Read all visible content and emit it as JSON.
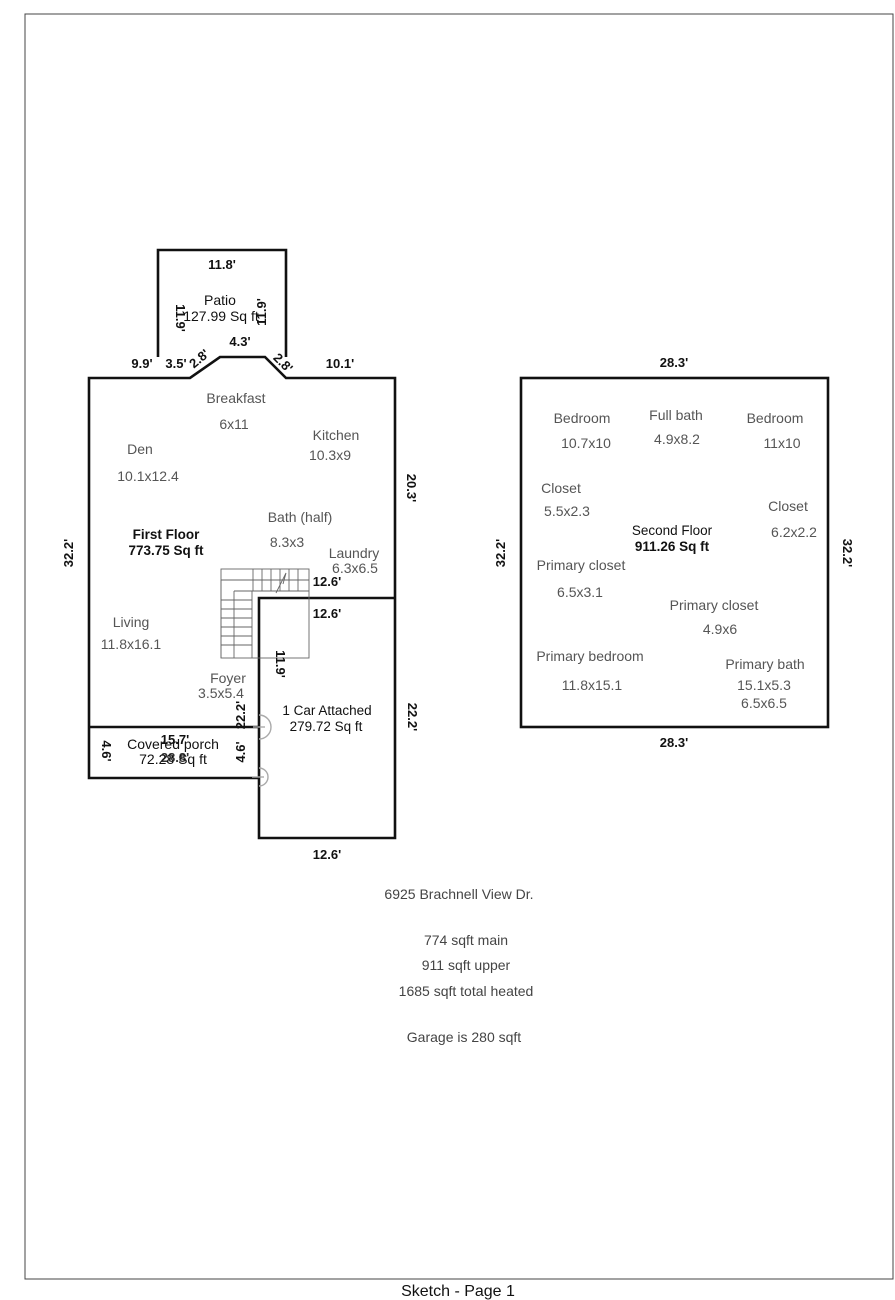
{
  "first_floor": {
    "patio": {
      "name": "Patio",
      "area": "127.99 Sq ft",
      "dim_top": "11.8'",
      "dim_left": "11.9'",
      "dim_right": "11.9'",
      "dim_bottom": "4.3'"
    },
    "seg_9_9": "9.9'",
    "seg_3_5": "3.5'",
    "seg_2_8_left": "2.8'",
    "seg_2_8_right": "2.8'",
    "seg_10_1": "10.1'",
    "dim_20_3": "20.3'",
    "dim_32_2": "32.2'",
    "dim_12_6_inner": "12.6'",
    "dim_12_6_garage_top": "12.6'",
    "dim_12_6_bottom": "12.6'",
    "dim_11_9": "11.9'",
    "dim_22_2_inner": "22.2'",
    "dim_22_2_right": "22.2'",
    "dim_4_6_left": "4.6'",
    "dim_4_6_right": "4.6'",
    "title": "First Floor",
    "area": "773.75 Sq ft",
    "rooms": {
      "breakfast": {
        "name": "Breakfast",
        "size": "6x11"
      },
      "den": {
        "name": "Den",
        "size": "10.1x12.4"
      },
      "kitchen": {
        "name": "Kitchen",
        "size": "10.3x9"
      },
      "bath_half": {
        "name": "Bath (half)",
        "size": "8.3x3"
      },
      "laundry": {
        "name": "Laundry",
        "size": "6.3x6.5"
      },
      "living": {
        "name": "Living",
        "size": "11.8x16.1"
      },
      "foyer": {
        "name": "Foyer",
        "size": "3.5x5.4"
      }
    },
    "garage": {
      "name": "1 Car Attached",
      "area": "279.72 Sq ft"
    },
    "porch": {
      "name": "Covered porch",
      "area": "72.28 Sq ft",
      "dim_top": "15.7'",
      "dim_overlap": "28.8'"
    }
  },
  "second_floor": {
    "title": "Second Floor",
    "area": "911.26 Sq ft",
    "dim_top": "28.3'",
    "dim_bottom": "28.3'",
    "dim_left": "32.2'",
    "dim_right": "32.2'",
    "rooms": {
      "bedroom_1": {
        "name": "Bedroom",
        "size": "10.7x10"
      },
      "full_bath": {
        "name": "Full bath",
        "size": "4.9x8.2"
      },
      "bedroom_2": {
        "name": "Bedroom",
        "size": "11x10"
      },
      "closet_1": {
        "name": "Closet",
        "size": "5.5x2.3"
      },
      "closet_2": {
        "name": "Closet",
        "size": "6.2x2.2"
      },
      "primary_closet_1": {
        "name": "Primary closet",
        "size": "6.5x3.1"
      },
      "primary_closet_2": {
        "name": "Primary closet",
        "size": "4.9x6"
      },
      "primary_bedroom": {
        "name": "Primary bedroom",
        "size": "11.8x15.1"
      },
      "primary_bath": {
        "name": "Primary bath",
        "size": "15.1x5.3",
        "size_2": "6.5x6.5"
      }
    }
  },
  "notes": {
    "address": "6925 Brachnell View Dr.",
    "main": "774 sqft main",
    "upper": "911 sqft upper",
    "total": "1685 sqft total heated",
    "garage": "Garage is 280 sqft"
  },
  "footer": "Sketch - Page 1"
}
